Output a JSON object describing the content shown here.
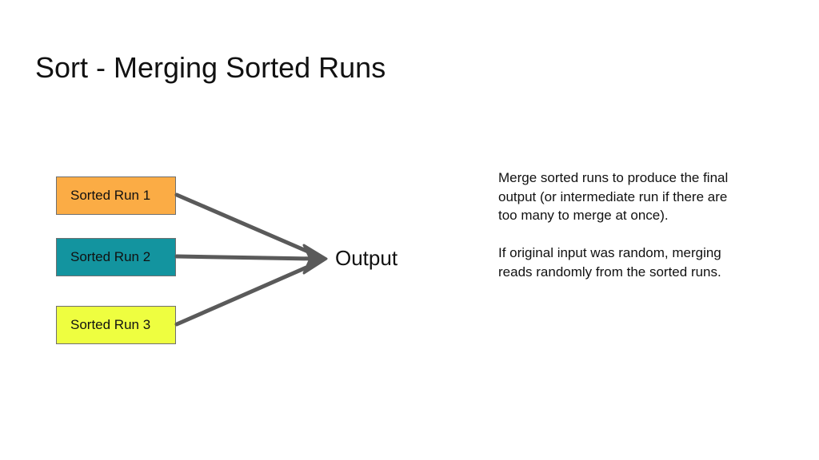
{
  "slide": {
    "title": "Sort - Merging Sorted Runs"
  },
  "diagram": {
    "runs": [
      {
        "label": "Sorted Run 1",
        "color": "#fbac45"
      },
      {
        "label": "Sorted Run 2",
        "color": "#13949f"
      },
      {
        "label": "Sorted Run 3",
        "color": "#eefe40"
      }
    ],
    "output_label": "Output",
    "arrow_color": "#5a5a5a"
  },
  "notes": {
    "paragraph_1": "Merge sorted runs to produce the final output (or intermediate run if there are too many to merge at once).",
    "paragraph_2": "If original input was random, merging reads randomly from the sorted runs."
  }
}
